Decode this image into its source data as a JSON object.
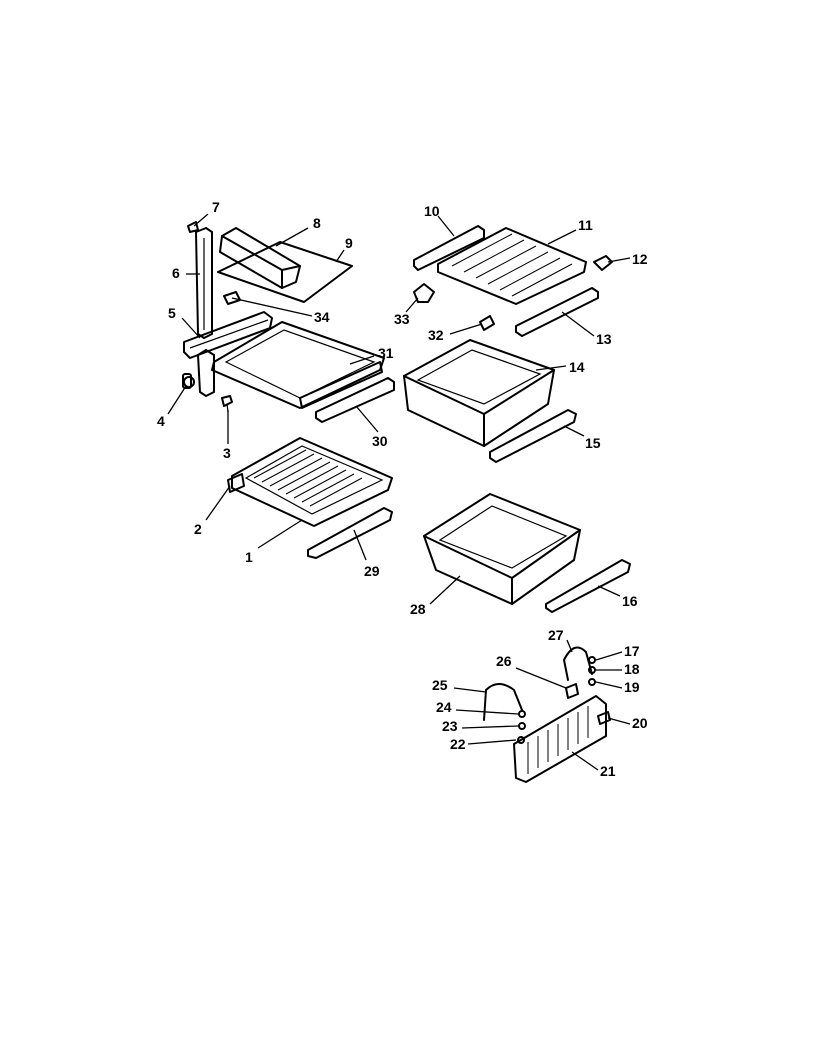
{
  "callouts": [
    {
      "id": "c1",
      "text": "1"
    },
    {
      "id": "c2",
      "text": "2"
    },
    {
      "id": "c3",
      "text": "3"
    },
    {
      "id": "c4",
      "text": "4"
    },
    {
      "id": "c5",
      "text": "5"
    },
    {
      "id": "c6",
      "text": "6"
    },
    {
      "id": "c7",
      "text": "7"
    },
    {
      "id": "c8",
      "text": "8"
    },
    {
      "id": "c9",
      "text": "9"
    },
    {
      "id": "c10",
      "text": "10"
    },
    {
      "id": "c11",
      "text": "11"
    },
    {
      "id": "c12",
      "text": "12"
    },
    {
      "id": "c13",
      "text": "13"
    },
    {
      "id": "c14",
      "text": "14"
    },
    {
      "id": "c15",
      "text": "15"
    },
    {
      "id": "c16",
      "text": "16"
    },
    {
      "id": "c17",
      "text": "17"
    },
    {
      "id": "c18",
      "text": "18"
    },
    {
      "id": "c19",
      "text": "19"
    },
    {
      "id": "c20",
      "text": "20"
    },
    {
      "id": "c21",
      "text": "21"
    },
    {
      "id": "c22",
      "text": "22"
    },
    {
      "id": "c23",
      "text": "23"
    },
    {
      "id": "c24",
      "text": "24"
    },
    {
      "id": "c25",
      "text": "25"
    },
    {
      "id": "c26",
      "text": "26"
    },
    {
      "id": "c27",
      "text": "27"
    },
    {
      "id": "c28",
      "text": "28"
    },
    {
      "id": "c29",
      "text": "29"
    },
    {
      "id": "c30",
      "text": "30"
    },
    {
      "id": "c31",
      "text": "31"
    },
    {
      "id": "c32",
      "text": "32"
    },
    {
      "id": "c33",
      "text": "33"
    },
    {
      "id": "c34",
      "text": "34"
    }
  ]
}
